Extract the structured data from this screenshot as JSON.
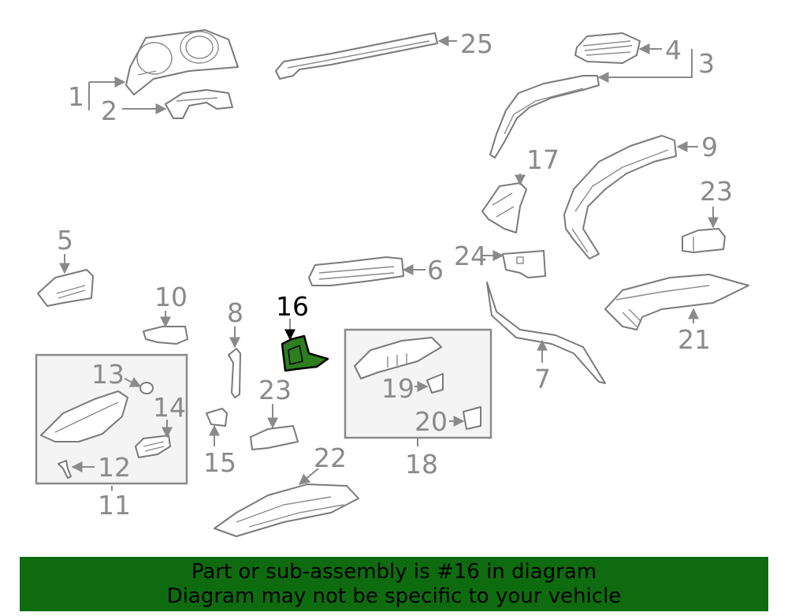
{
  "highlight_color": "#2e7d1f",
  "banner_color": "#0f6b0f",
  "labels": {
    "l1": "1",
    "l2": "2",
    "l3": "3",
    "l4": "4",
    "l5": "5",
    "l6": "6",
    "l7": "7",
    "l8": "8",
    "l9": "9",
    "l10": "10",
    "l11": "11",
    "l12": "12",
    "l13": "13",
    "l14": "14",
    "l15": "15",
    "l16": "16",
    "l17": "17",
    "l18": "18",
    "l19": "19",
    "l20": "20",
    "l21": "21",
    "l22": "22",
    "l23a": "23",
    "l23b": "23",
    "l24": "24",
    "l25": "25"
  },
  "banner": {
    "line1": "Part or sub-assembly is #16 in diagram",
    "line2": "Diagram may not be specific to your vehicle"
  }
}
